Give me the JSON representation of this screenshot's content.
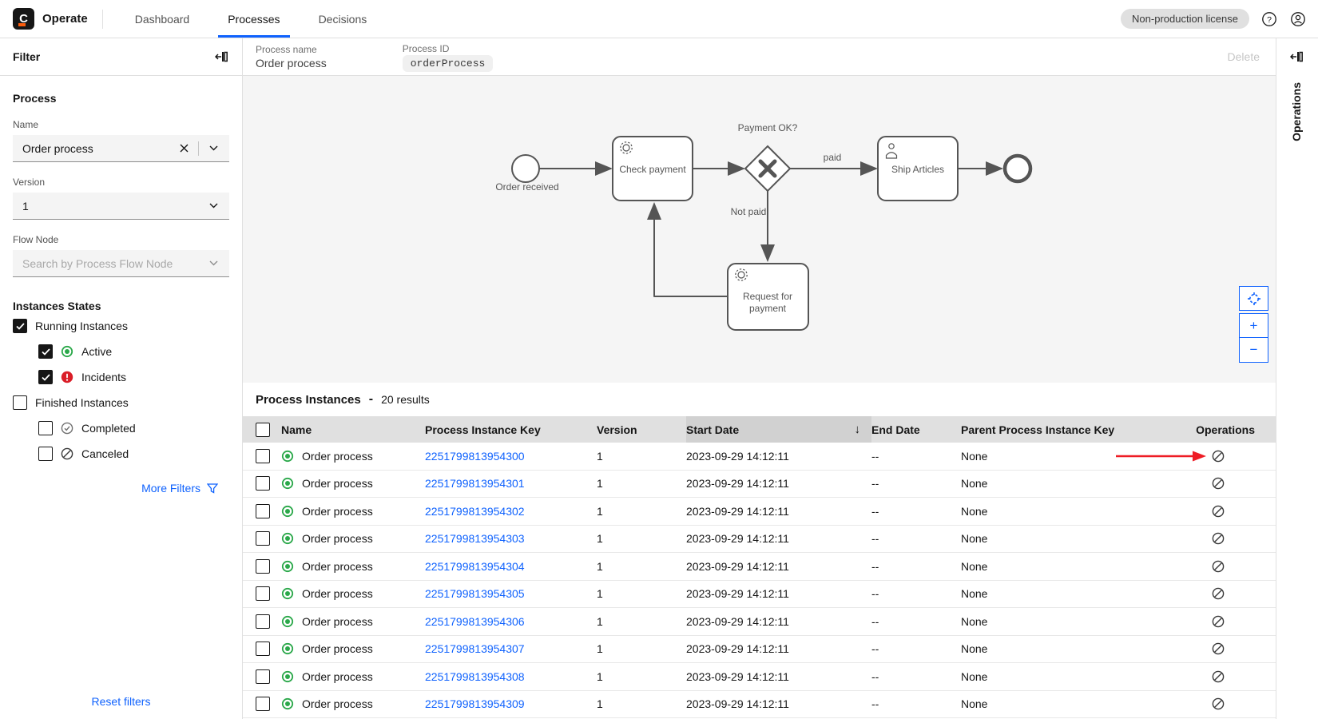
{
  "header": {
    "logo_letter": "C",
    "app": "Operate",
    "tabs": [
      {
        "label": "Dashboard",
        "active": false
      },
      {
        "label": "Processes",
        "active": true
      },
      {
        "label": "Decisions",
        "active": false
      }
    ],
    "license_badge": "Non-production license"
  },
  "filter_panel": {
    "title": "Filter",
    "process_section": {
      "title": "Process",
      "name_label": "Name",
      "name_value": "Order process",
      "version_label": "Version",
      "version_value": "1",
      "flow_node_label": "Flow Node",
      "flow_node_placeholder": "Search by Process Flow Node"
    },
    "states_section": {
      "title": "Instances States",
      "items": [
        {
          "label": "Running Instances",
          "checked": true
        },
        {
          "label": "Active",
          "checked": true,
          "icon": "active"
        },
        {
          "label": "Incidents",
          "checked": true,
          "icon": "incident"
        },
        {
          "label": "Finished Instances",
          "checked": false
        },
        {
          "label": "Completed",
          "checked": false,
          "icon": "completed"
        },
        {
          "label": "Canceled",
          "checked": false,
          "icon": "canceled"
        }
      ]
    },
    "more_filters": "More Filters",
    "reset_filters": "Reset filters"
  },
  "process_header": {
    "name_label": "Process name",
    "name_value": "Order process",
    "id_label": "Process ID",
    "id_value": "orderProcess",
    "delete_label": "Delete"
  },
  "diagram": {
    "start_event_label": "Order received",
    "check_payment_task": "Check payment",
    "gateway_label": "Payment OK?",
    "paid_label": "paid",
    "not_paid_label": "Not paid",
    "ship_articles_task": "Ship Articles",
    "request_task_lines": [
      "Request for",
      "payment"
    ],
    "controls": {
      "zoom_in": "+",
      "zoom_out": "−"
    }
  },
  "instances": {
    "title": "Process Instances",
    "separator": "-",
    "results": "20 results",
    "columns": [
      "Name",
      "Process Instance Key",
      "Version",
      "Start Date",
      "End Date",
      "Parent Process Instance Key",
      "Operations"
    ],
    "sorted_column": "Start Date",
    "sort_direction": "descending",
    "rows": [
      {
        "name": "Order process",
        "key": "2251799813954300",
        "version": "1",
        "start": "2023-09-29 14:12:11",
        "end": "--",
        "parent": "None"
      },
      {
        "name": "Order process",
        "key": "2251799813954301",
        "version": "1",
        "start": "2023-09-29 14:12:11",
        "end": "--",
        "parent": "None"
      },
      {
        "name": "Order process",
        "key": "2251799813954302",
        "version": "1",
        "start": "2023-09-29 14:12:11",
        "end": "--",
        "parent": "None"
      },
      {
        "name": "Order process",
        "key": "2251799813954303",
        "version": "1",
        "start": "2023-09-29 14:12:11",
        "end": "--",
        "parent": "None"
      },
      {
        "name": "Order process",
        "key": "2251799813954304",
        "version": "1",
        "start": "2023-09-29 14:12:11",
        "end": "--",
        "parent": "None"
      },
      {
        "name": "Order process",
        "key": "2251799813954305",
        "version": "1",
        "start": "2023-09-29 14:12:11",
        "end": "--",
        "parent": "None"
      },
      {
        "name": "Order process",
        "key": "2251799813954306",
        "version": "1",
        "start": "2023-09-29 14:12:11",
        "end": "--",
        "parent": "None"
      },
      {
        "name": "Order process",
        "key": "2251799813954307",
        "version": "1",
        "start": "2023-09-29 14:12:11",
        "end": "--",
        "parent": "None"
      },
      {
        "name": "Order process",
        "key": "2251799813954308",
        "version": "1",
        "start": "2023-09-29 14:12:11",
        "end": "--",
        "parent": "None"
      },
      {
        "name": "Order process",
        "key": "2251799813954309",
        "version": "1",
        "start": "2023-09-29 14:12:11",
        "end": "--",
        "parent": "None"
      }
    ]
  },
  "operations_panel": {
    "label": "Operations"
  },
  "colors": {
    "accent_blue": "#0f62fe",
    "active_green": "#2ba84a",
    "incident_red": "#da1e28",
    "annotation_arrow_red": "#ee1c25",
    "table_header_bg": "#e0e0e0",
    "sorted_column_bg": "#d1d1d1",
    "diagram_canvas_bg": "#f5f5f5"
  }
}
